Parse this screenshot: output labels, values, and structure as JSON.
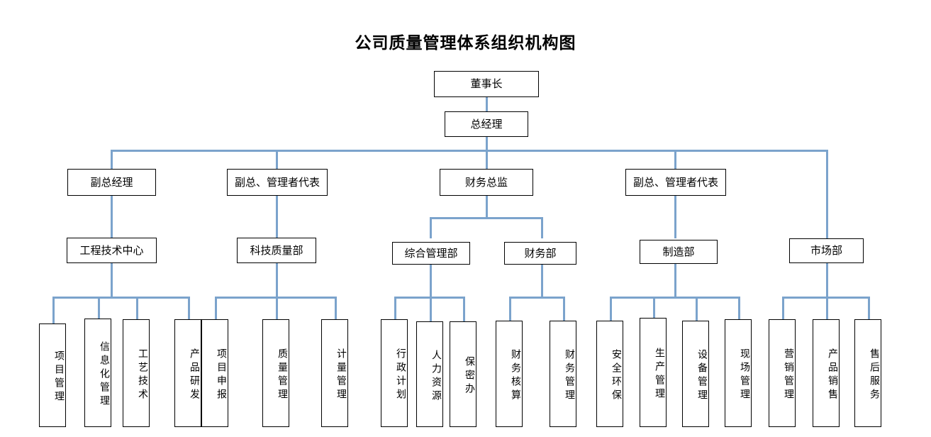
{
  "title": "公司质量管理体系组织机构图",
  "colors": {
    "connector": "#7ba3cc",
    "box_border": "#000000",
    "background": "#ffffff",
    "text": "#000000"
  },
  "chart_data": {
    "type": "diagram",
    "diagram_type": "organization-chart",
    "title": "公司质量管理体系组织机构图",
    "levels": 5,
    "nodes": [
      {
        "id": "chairman",
        "label": "董事长",
        "level": 1,
        "orientation": "horizontal"
      },
      {
        "id": "gm",
        "label": "总经理",
        "level": 2,
        "orientation": "horizontal"
      },
      {
        "id": "vgm",
        "label": "副总经理",
        "level": 3,
        "orientation": "horizontal"
      },
      {
        "id": "vgm-rep-1",
        "label": "副总、管理者代表",
        "level": 3,
        "orientation": "horizontal"
      },
      {
        "id": "cfo",
        "label": "财务总监",
        "level": 3,
        "orientation": "horizontal"
      },
      {
        "id": "vgm-rep-2",
        "label": "副总、管理者代表",
        "level": 3,
        "orientation": "horizontal"
      },
      {
        "id": "eng-center",
        "label": "工程技术中心",
        "level": 4,
        "orientation": "horizontal"
      },
      {
        "id": "tech-quality",
        "label": "科技质量部",
        "level": 4,
        "orientation": "horizontal"
      },
      {
        "id": "general-admin",
        "label": "综合管理部",
        "level": 4,
        "orientation": "horizontal"
      },
      {
        "id": "finance-dept",
        "label": "财务部",
        "level": 4,
        "orientation": "horizontal"
      },
      {
        "id": "manufacturing",
        "label": "制造部",
        "level": 4,
        "orientation": "horizontal"
      },
      {
        "id": "marketing",
        "label": "市场部",
        "level": 4,
        "orientation": "horizontal"
      },
      {
        "id": "proj-mgmt",
        "label": "项目管理",
        "level": 5,
        "orientation": "vertical"
      },
      {
        "id": "info-mgmt",
        "label": "信息化管理",
        "level": 5,
        "orientation": "vertical"
      },
      {
        "id": "process-tech",
        "label": "工艺技术",
        "level": 5,
        "orientation": "vertical"
      },
      {
        "id": "prod-rd",
        "label": "产品研发",
        "level": 5,
        "orientation": "vertical"
      },
      {
        "id": "proj-apply",
        "label": "项目申报",
        "level": 5,
        "orientation": "vertical"
      },
      {
        "id": "quality-mgmt",
        "label": "质量管理",
        "level": 5,
        "orientation": "vertical"
      },
      {
        "id": "metrology",
        "label": "计量管理",
        "level": 5,
        "orientation": "vertical"
      },
      {
        "id": "admin-plan",
        "label": "行政计划",
        "level": 5,
        "orientation": "vertical"
      },
      {
        "id": "hr",
        "label": "人力资源",
        "level": 5,
        "orientation": "vertical"
      },
      {
        "id": "secrecy",
        "label": "保密办",
        "level": 5,
        "orientation": "vertical"
      },
      {
        "id": "fin-account",
        "label": "财务核算",
        "level": 5,
        "orientation": "vertical"
      },
      {
        "id": "fin-mgmt",
        "label": "财务管理",
        "level": 5,
        "orientation": "vertical"
      },
      {
        "id": "safety-env",
        "label": "安全环保",
        "level": 5,
        "orientation": "vertical"
      },
      {
        "id": "prod-mgmt",
        "label": "生产管理",
        "level": 5,
        "orientation": "vertical"
      },
      {
        "id": "equip-mgmt",
        "label": "设备管理",
        "level": 5,
        "orientation": "vertical"
      },
      {
        "id": "site-mgmt",
        "label": "现场管理",
        "level": 5,
        "orientation": "vertical"
      },
      {
        "id": "sales-mgmt",
        "label": "营销管理",
        "level": 5,
        "orientation": "vertical"
      },
      {
        "id": "prod-sales",
        "label": "产品销售",
        "level": 5,
        "orientation": "vertical"
      },
      {
        "id": "after-sales",
        "label": "售后服务",
        "level": 5,
        "orientation": "vertical"
      }
    ],
    "edges": [
      {
        "from": "chairman",
        "to": "gm"
      },
      {
        "from": "gm",
        "to": "vgm"
      },
      {
        "from": "gm",
        "to": "vgm-rep-1"
      },
      {
        "from": "gm",
        "to": "cfo"
      },
      {
        "from": "gm",
        "to": "vgm-rep-2"
      },
      {
        "from": "gm",
        "to": "marketing"
      },
      {
        "from": "vgm",
        "to": "eng-center"
      },
      {
        "from": "vgm-rep-1",
        "to": "tech-quality"
      },
      {
        "from": "cfo",
        "to": "general-admin"
      },
      {
        "from": "cfo",
        "to": "finance-dept"
      },
      {
        "from": "vgm-rep-2",
        "to": "manufacturing"
      },
      {
        "from": "eng-center",
        "to": "proj-mgmt"
      },
      {
        "from": "eng-center",
        "to": "info-mgmt"
      },
      {
        "from": "eng-center",
        "to": "process-tech"
      },
      {
        "from": "eng-center",
        "to": "prod-rd"
      },
      {
        "from": "tech-quality",
        "to": "proj-apply"
      },
      {
        "from": "tech-quality",
        "to": "quality-mgmt"
      },
      {
        "from": "tech-quality",
        "to": "metrology"
      },
      {
        "from": "general-admin",
        "to": "admin-plan"
      },
      {
        "from": "general-admin",
        "to": "hr"
      },
      {
        "from": "general-admin",
        "to": "secrecy"
      },
      {
        "from": "finance-dept",
        "to": "fin-account"
      },
      {
        "from": "finance-dept",
        "to": "fin-mgmt"
      },
      {
        "from": "manufacturing",
        "to": "safety-env"
      },
      {
        "from": "manufacturing",
        "to": "prod-mgmt"
      },
      {
        "from": "manufacturing",
        "to": "equip-mgmt"
      },
      {
        "from": "manufacturing",
        "to": "site-mgmt"
      },
      {
        "from": "marketing",
        "to": "sales-mgmt"
      },
      {
        "from": "marketing",
        "to": "prod-sales"
      },
      {
        "from": "marketing",
        "to": "after-sales"
      }
    ]
  }
}
